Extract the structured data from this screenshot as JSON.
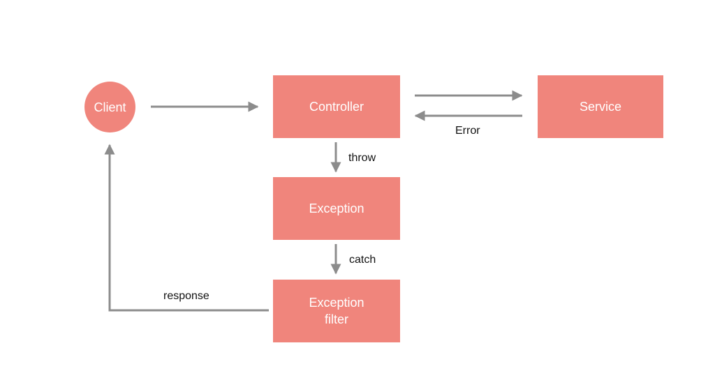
{
  "nodes": {
    "client": "Client",
    "controller": "Controller",
    "service": "Service",
    "exception": "Exception",
    "exception_filter": "Exception\nfilter"
  },
  "edge_labels": {
    "error": "Error",
    "throw": "throw",
    "catch": "catch",
    "response": "response"
  },
  "colors": {
    "node_fill": "#f0857c",
    "node_text": "#ffffff",
    "arrow": "#8c8c8c",
    "label_text": "#111111"
  }
}
